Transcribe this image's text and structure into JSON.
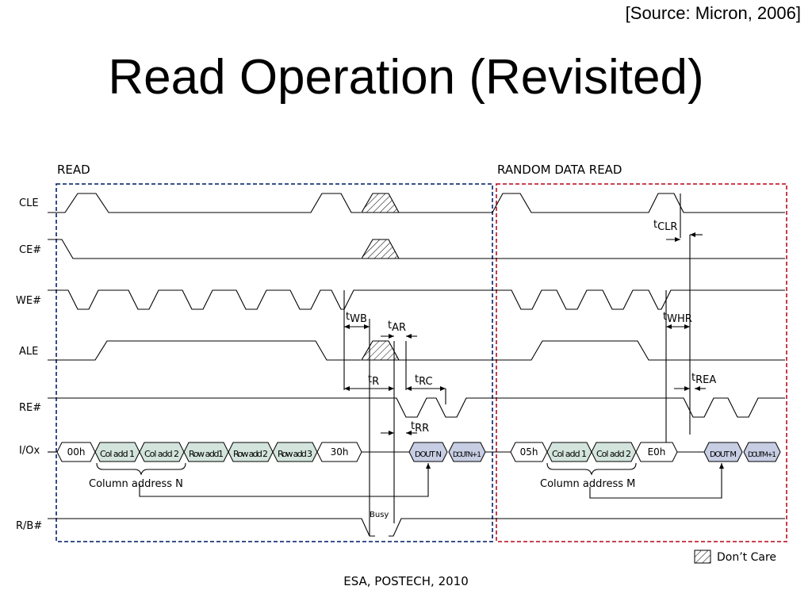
{
  "header": {
    "source": "[Source: Micron, 2006]",
    "title": "Read Operation (Revisited)"
  },
  "footer": {
    "text": "ESA, POSTECH, 2010"
  },
  "diagram": {
    "sections": {
      "read": "READ",
      "random": "RANDOM DATA READ"
    },
    "signals": [
      "CLE",
      "CE#",
      "WE#",
      "ALE",
      "RE#",
      "I/Ox",
      "R/B#"
    ],
    "io_read": [
      "00h",
      "Col add 1",
      "Col add 2",
      "Row add1",
      "Row add 2",
      "Row add 3",
      "30h"
    ],
    "io_read_out": [
      "DOUT N",
      "DOUT N + 1"
    ],
    "io_random": [
      "05h",
      "Col add 1",
      "Col add 2",
      "E0h"
    ],
    "io_random_out": [
      "DOUT M",
      "DOUT M + 1"
    ],
    "column_address_n": "Column address N",
    "column_address_m": "Column address M",
    "busy": "Busy",
    "timings": {
      "wb": "WB",
      "ar": "AR",
      "r": "R",
      "rc": "RC",
      "rr": "RR",
      "clr": "CLR",
      "whr": "WHR",
      "rea": "REA"
    },
    "legend": "Don’t Care",
    "colors": {
      "read_box": "#1f3a7a",
      "random_box": "#c0283a",
      "cmd_fill": "#d3e4dd",
      "dout_fill": "#c7cde3"
    }
  }
}
